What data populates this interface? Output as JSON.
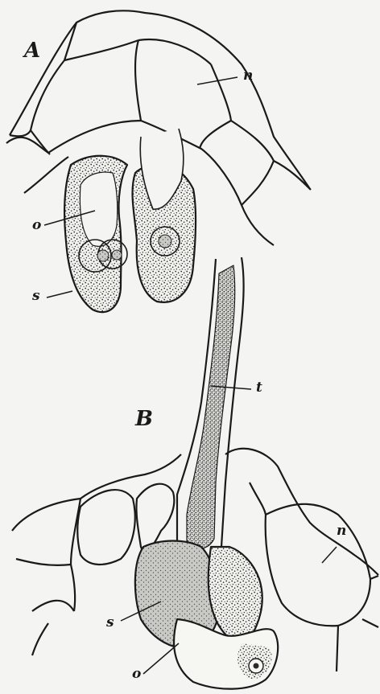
{
  "figure": {
    "panel_a": {
      "label": "A",
      "parts": {
        "n": "n",
        "o": "o",
        "s": "s"
      }
    },
    "panel_b": {
      "label": "B",
      "parts": {
        "t": "t",
        "n": "n",
        "s": "s",
        "o": "o"
      }
    },
    "colors": {
      "ink": "#1a1a1a",
      "paper": "#f4f4f2",
      "stipple": "#3a3a3a"
    }
  }
}
